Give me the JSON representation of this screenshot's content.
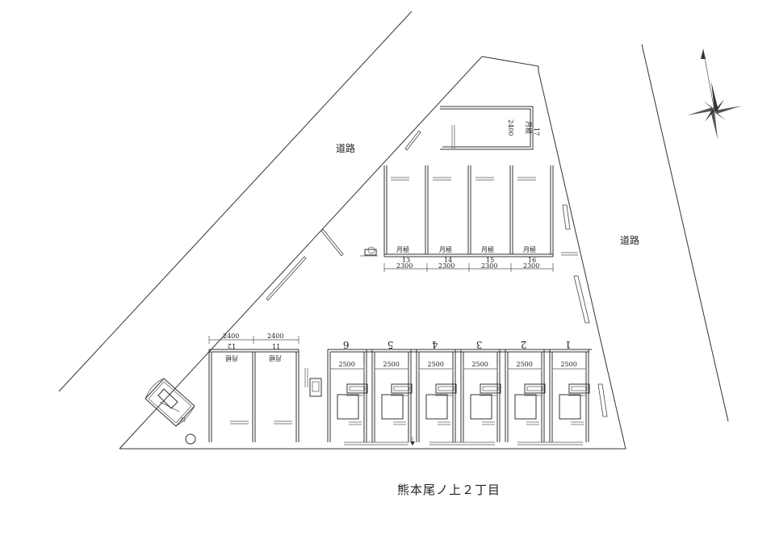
{
  "road_labels": [
    "道路",
    "道路"
  ],
  "site_title": "熊本尾ノ上２丁目",
  "monthly_label": "月極",
  "top_block": {
    "numbers": [
      "13",
      "14",
      "15",
      "16"
    ],
    "width": "2300"
  },
  "top_right_space": {
    "number": "17",
    "width": "2400"
  },
  "left_block": {
    "numbers": [
      "12",
      "11"
    ],
    "width": "2400"
  },
  "bottom_block": {
    "numbers": [
      "6",
      "5",
      "4",
      "3",
      "2",
      "1"
    ],
    "width": "2500"
  }
}
